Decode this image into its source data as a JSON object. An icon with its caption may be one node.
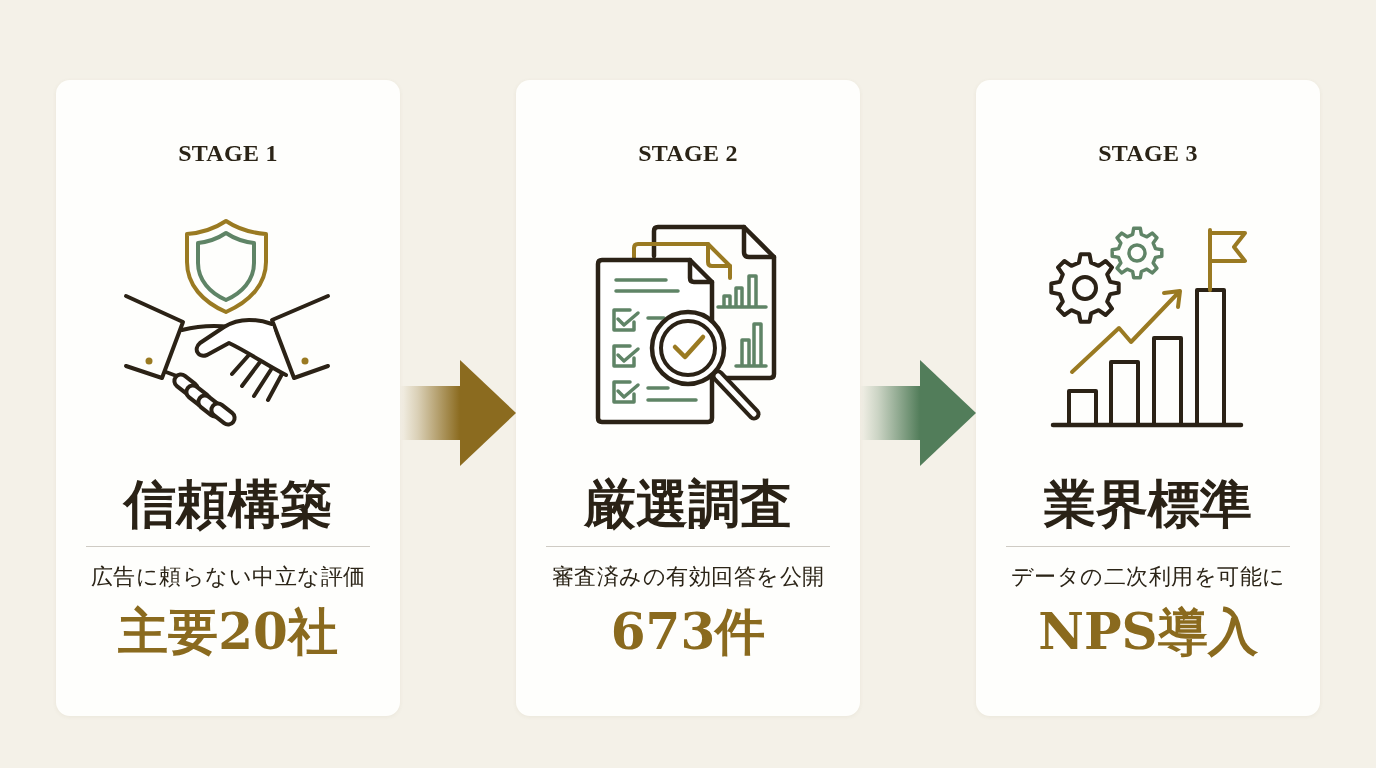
{
  "diagram": {
    "nodes": [
      {
        "text": [
          "STAGE 1",
          "信頼構築",
          "広告に頼らない中立な評価",
          "主要20社"
        ]
      },
      {
        "text": [
          "STAGE 2",
          "厳選調査",
          "審査済みの有効回答を公開",
          "673件"
        ]
      },
      {
        "text": [
          "STAGE 3",
          "業界標準",
          "データの二次利用を可能に",
          "NPS導入"
        ]
      }
    ],
    "edges": [
      {
        "from": 0,
        "to": 1,
        "arrow": "to",
        "color": "#8b6b1f"
      },
      {
        "from": 1,
        "to": 2,
        "arrow": "to",
        "color": "#527d5a"
      }
    ]
  }
}
